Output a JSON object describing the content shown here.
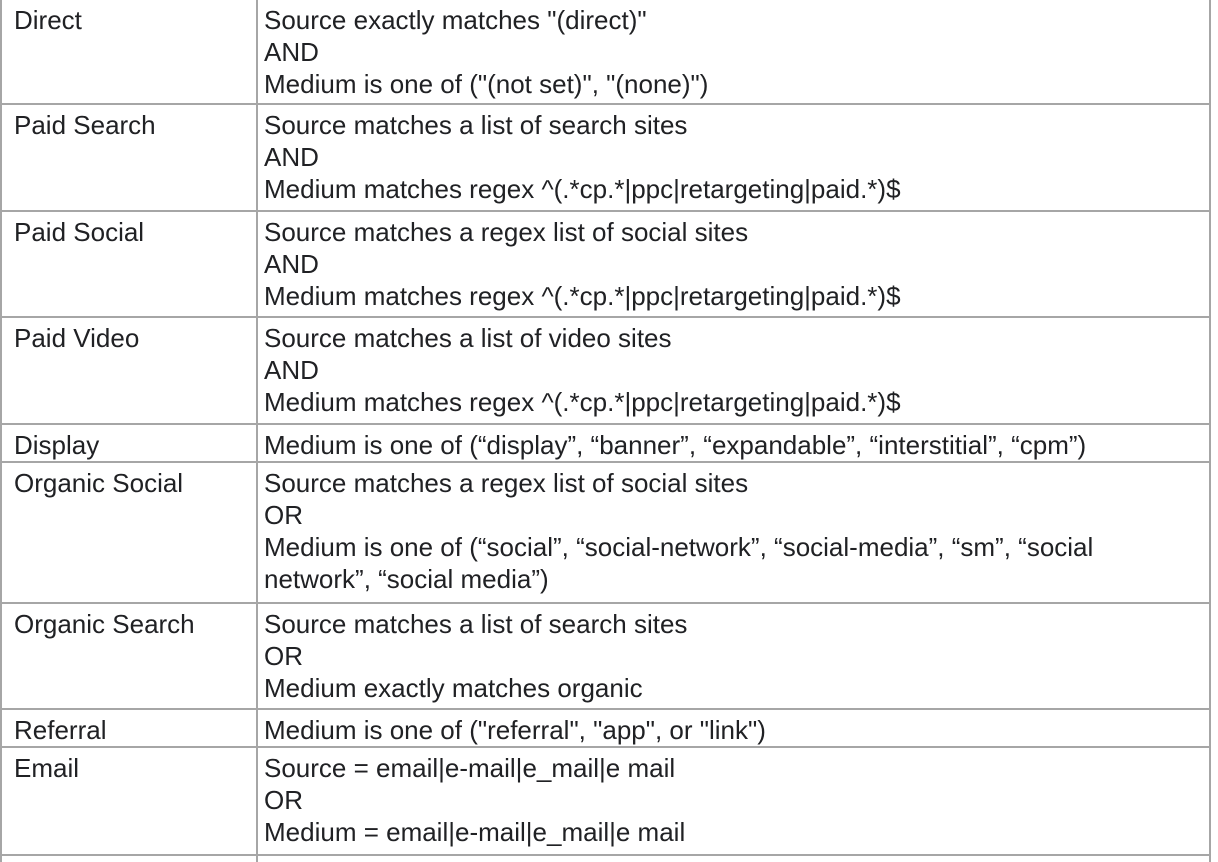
{
  "colors": {
    "border": "#a6a6a6",
    "text": "#202124",
    "background": "#ffffff"
  },
  "table": {
    "description": "Channel definitions table (cropped, no header visible)",
    "columns": [
      "channel",
      "definition"
    ],
    "rows": [
      {
        "channel": "Direct",
        "definition": "Source exactly matches \"(direct)\"\nAND\nMedium is one of (\"(not set)\", \"(none)\")"
      },
      {
        "channel": "Paid Search",
        "definition": "Source matches a list of search sites\nAND\nMedium matches regex ^(.*cp.*|ppc|retargeting|paid.*)$"
      },
      {
        "channel": "Paid Social",
        "definition": "Source matches a regex list of social sites\nAND\nMedium matches regex ^(.*cp.*|ppc|retargeting|paid.*)$"
      },
      {
        "channel": "Paid Video",
        "definition": "Source matches a list of video sites\nAND\nMedium matches regex ^(.*cp.*|ppc|retargeting|paid.*)$"
      },
      {
        "channel": "Display",
        "definition": "Medium is one of (“display”, “banner”, “expandable”, “interstitial”, “cpm”)"
      },
      {
        "channel": "Organic Social",
        "definition": "Source matches a regex list of social sites\nOR\nMedium is one of (“social”, “social-network”, “social-media”, “sm”, “social network”, “social media”)"
      },
      {
        "channel": "Organic Search",
        "definition": "Source matches a list of search sites\nOR\nMedium exactly matches organic"
      },
      {
        "channel": "Referral",
        "definition": "Medium is one of (\"referral\", \"app\", or \"link\")"
      },
      {
        "channel": "Email",
        "definition": "Source = email|e-mail|e_mail|e mail\nOR\nMedium = email|e-mail|e_mail|e mail"
      }
    ]
  }
}
